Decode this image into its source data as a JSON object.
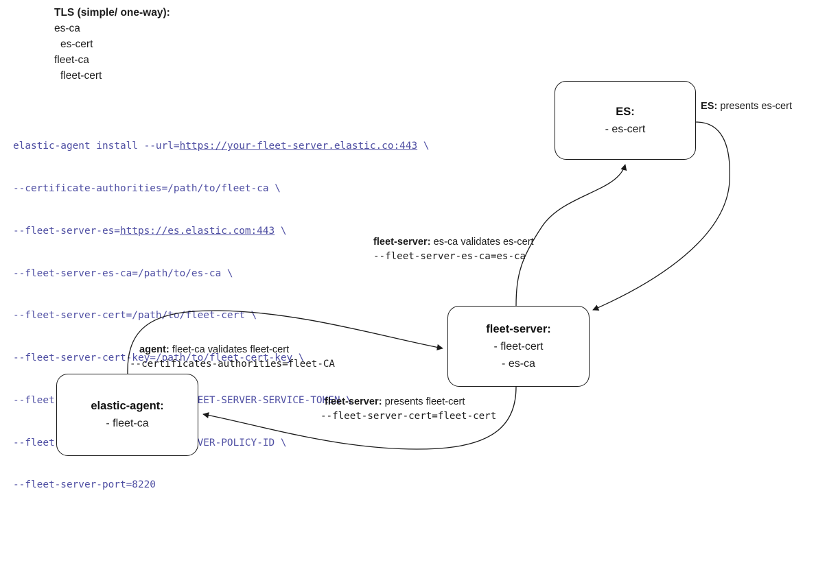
{
  "legend": {
    "title": "TLS (simple/ one-way):",
    "items": [
      {
        "text": "es-ca",
        "indent": 1
      },
      {
        "text": "es-cert",
        "indent": 2
      },
      {
        "text": "fleet-ca",
        "indent": 1
      },
      {
        "text": "fleet-cert",
        "indent": 2
      }
    ]
  },
  "command": {
    "color": "#4f4fa3",
    "lines": [
      {
        "pre": "elastic-agent install --url=",
        "link": "https://your-fleet-server.elastic.co:443",
        "post": " \\"
      },
      {
        "pre": "--certificate-authorities=/path/to/fleet-ca \\",
        "link": "",
        "post": ""
      },
      {
        "pre": "--fleet-server-es=",
        "link": "https://es.elastic.com:443",
        "post": " \\"
      },
      {
        "pre": "--fleet-server-es-ca=/path/to/es-ca \\",
        "link": "",
        "post": ""
      },
      {
        "pre": "--fleet-server-cert=/path/to/fleet-cert \\",
        "link": "",
        "post": ""
      },
      {
        "pre": "--fleet-server-cert-key=/path/to/fleet-cert-key \\",
        "link": "",
        "post": ""
      },
      {
        "pre": "--fleet-server-service-token=FLEET-SERVER-SERVICE-TOKEN \\",
        "link": "",
        "post": ""
      },
      {
        "pre": "--fleet-server-policy=FLEET-SERVER-POLICY-ID \\",
        "link": "",
        "post": ""
      },
      {
        "pre": "--fleet-server-port=8220",
        "link": "",
        "post": ""
      }
    ]
  },
  "nodes": {
    "es": {
      "title": "ES:",
      "lines": [
        "- es-cert"
      ]
    },
    "fleet_server": {
      "title": "fleet-server:",
      "lines": [
        "- fleet-cert",
        "- es-ca"
      ]
    },
    "elastic_agent": {
      "title": "elastic-agent:",
      "lines": [
        "- fleet-ca"
      ]
    }
  },
  "edges": {
    "es_presents": {
      "actor": "ES:",
      "text": " presents es-cert",
      "flag": ""
    },
    "fs_validates_es": {
      "actor": "fleet-server:",
      "text": " es-ca validates es-cert",
      "flag": "--fleet-server-es-ca=es-ca"
    },
    "agent_validates": {
      "actor": "agent:",
      "text": " fleet-ca validates fleet-cert",
      "flag": "--certificates-authorities=fleet-CA"
    },
    "fs_presents": {
      "actor": "fleet-server:",
      "text": " presents fleet-cert",
      "flag": "--fleet-server-cert=fleet-cert"
    }
  },
  "style": {
    "stroke": "#1a1a1a",
    "background": "#ffffff"
  }
}
